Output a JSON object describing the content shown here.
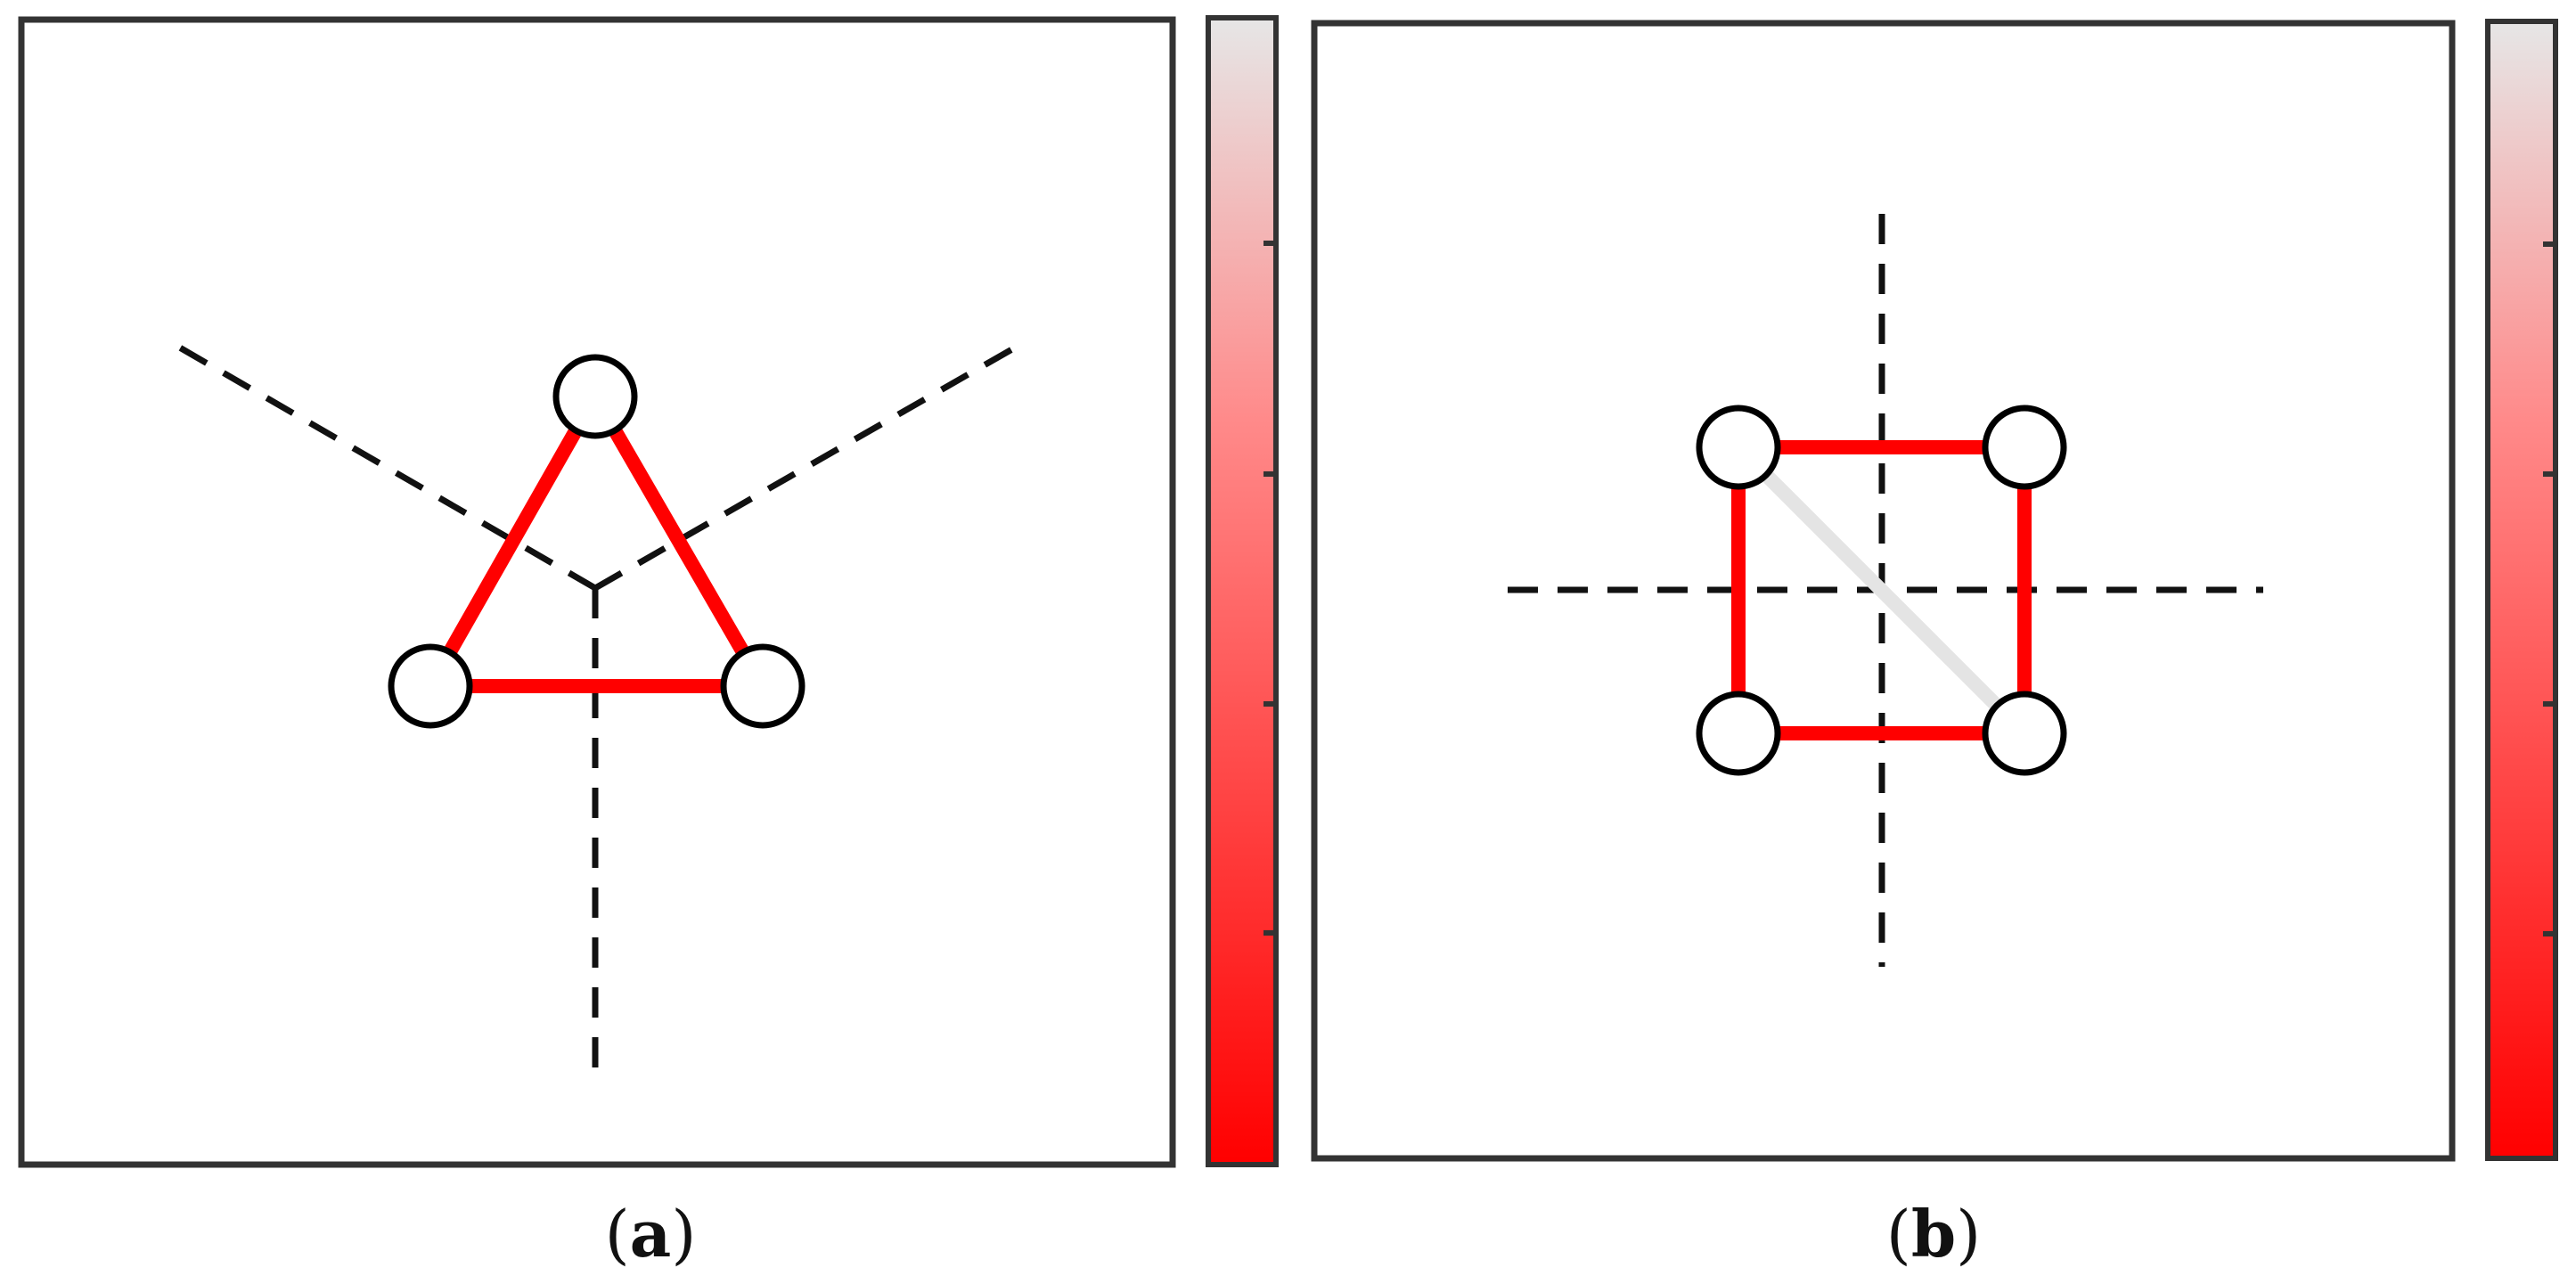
{
  "panels": [
    {
      "id": "a",
      "caption": {
        "open": "(",
        "letter": "a",
        "close": ")"
      },
      "nodes": [
        {
          "name": "top-node"
        },
        {
          "name": "bottom-left-node"
        },
        {
          "name": "bottom-right-node"
        }
      ],
      "edges": [
        {
          "name": "edge-top-bottom-left",
          "from": 0,
          "to": 1,
          "color": "#ff0000"
        },
        {
          "name": "edge-top-bottom-right",
          "from": 0,
          "to": 2,
          "color": "#ff0000"
        },
        {
          "name": "edge-bottom-left-bottom-right",
          "from": 1,
          "to": 2,
          "color": "#ff0000"
        }
      ],
      "symmetry_axes": 3
    },
    {
      "id": "b",
      "caption": {
        "open": "(",
        "letter": "b",
        "close": ")"
      },
      "nodes": [
        {
          "name": "top-left-node"
        },
        {
          "name": "top-right-node"
        },
        {
          "name": "bottom-left-node"
        },
        {
          "name": "bottom-right-node"
        }
      ],
      "edges": [
        {
          "name": "edge-top-left-top-right",
          "from": 0,
          "to": 1,
          "color": "#ff0000"
        },
        {
          "name": "edge-top-right-bottom-right",
          "from": 1,
          "to": 3,
          "color": "#ff0000"
        },
        {
          "name": "edge-bottom-right-bottom-left",
          "from": 3,
          "to": 2,
          "color": "#ff0000"
        },
        {
          "name": "edge-bottom-left-top-left",
          "from": 2,
          "to": 0,
          "color": "#ff0000"
        },
        {
          "name": "edge-diagonal-top-left-bottom-right",
          "from": 0,
          "to": 3,
          "color": "#e4e4e4"
        }
      ],
      "symmetry_axes": 2
    }
  ],
  "colors": {
    "frame": "#333333",
    "edge_red": "#ff0000",
    "edge_faint": "#e4e4e4",
    "colorbar_top": "#e6e6e6",
    "colorbar_mid": "#ff8a8a",
    "colorbar_bottom": "#ff0000",
    "axis_dash": "#111111"
  }
}
